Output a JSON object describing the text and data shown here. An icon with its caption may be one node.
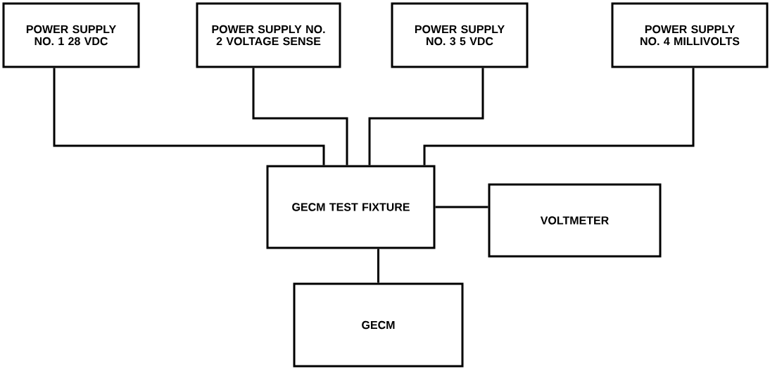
{
  "diagram": {
    "nodes": [
      {
        "text": [
          "POWER SUPPLY NO. 1 28 VDC"
        ]
      },
      {
        "text": [
          "POWER SUPPLY NO. 2 VOLTAGE SENSE"
        ]
      },
      {
        "text": [
          "POWER SUPPLY NO. 3 5 VDC"
        ]
      },
      {
        "text": [
          "POWER SUPPLY NO. 4 MILLIVOLTS"
        ]
      },
      {
        "text": [
          "GECM TEST FIXTURE"
        ]
      },
      {
        "text": [
          "VOLTMETER"
        ]
      },
      {
        "text": [
          "GECM"
        ]
      }
    ],
    "edges": [
      {
        "from": 0,
        "to": 4,
        "arrow": "none"
      },
      {
        "from": 1,
        "to": 4,
        "arrow": "none"
      },
      {
        "from": 2,
        "to": 4,
        "arrow": "none"
      },
      {
        "from": 3,
        "to": 4,
        "arrow": "none"
      },
      {
        "from": 4,
        "to": 5,
        "arrow": "none"
      },
      {
        "from": 4,
        "to": 6,
        "arrow": "none"
      }
    ]
  }
}
